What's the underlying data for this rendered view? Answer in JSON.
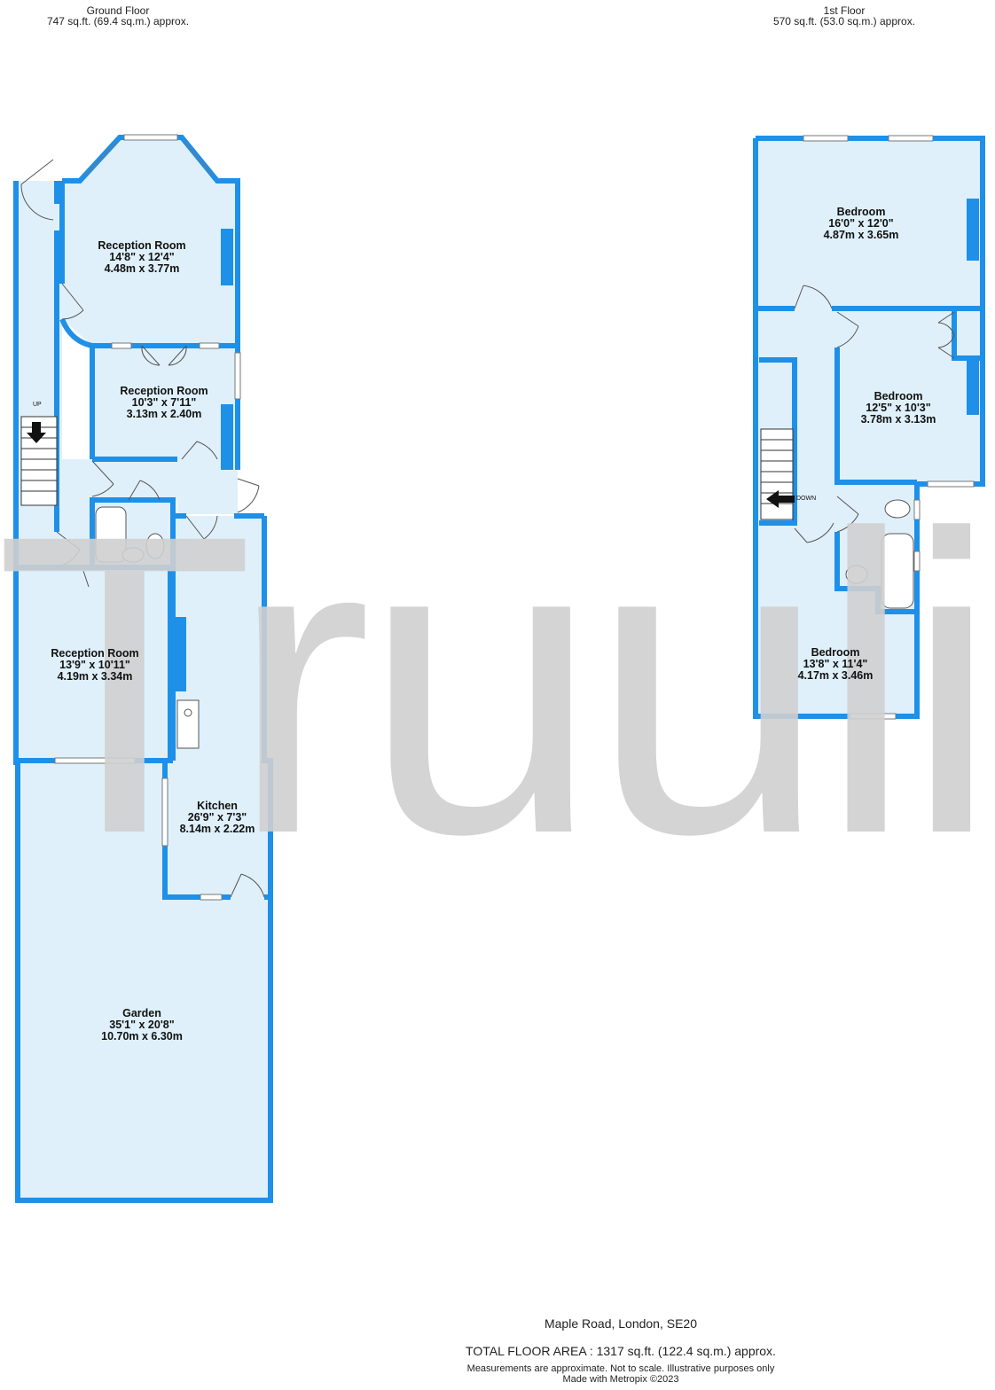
{
  "floors": {
    "ground": {
      "name": "Ground Floor",
      "area": "747 sq.ft. (69.4 sq.m.) approx."
    },
    "first": {
      "name": "1st Floor",
      "area": "570 sq.ft. (53.0 sq.m.) approx."
    }
  },
  "rooms": {
    "reception1": {
      "name": "Reception Room",
      "imperial": "14'8\"  x 12'4\"",
      "metric": "4.48m  x 3.77m"
    },
    "reception2": {
      "name": "Reception Room",
      "imperial": "10'3\"  x 7'11\"",
      "metric": "3.13m  x 2.40m"
    },
    "reception3": {
      "name": "Reception Room",
      "imperial": "13'9\"  x 10'11\"",
      "metric": "4.19m  x 3.34m"
    },
    "kitchen": {
      "name": "Kitchen",
      "imperial": "26'9\"  x 7'3\"",
      "metric": "8.14m  x 2.22m"
    },
    "garden": {
      "name": "Garden",
      "imperial": "35'1\"  x 20'8\"",
      "metric": "10.70m  x 6.30m"
    },
    "bedroom1": {
      "name": "Bedroom",
      "imperial": "16'0\"  x 12'0\"",
      "metric": "4.87m  x 3.65m"
    },
    "bedroom2": {
      "name": "Bedroom",
      "imperial": "12'5\"  x 10'3\"",
      "metric": "3.78m  x 3.13m"
    },
    "bedroom3": {
      "name": "Bedroom",
      "imperial": "13'8\"  x 11'4\"",
      "metric": "4.17m  x 3.46m"
    }
  },
  "labels": {
    "up": "UP",
    "down": "DOWN"
  },
  "watermark": "Truuli",
  "footer": {
    "address": "Maple Road, London, SE20",
    "total": "TOTAL FLOOR AREA : 1317 sq.ft. (122.4 sq.m.) approx.",
    "disclaimer": "Measurements are approximate.  Not to scale.  Illustrative purposes only",
    "credit": "Made with Metropix ©2023"
  },
  "colors": {
    "wall": "#1e90e8",
    "floor": "#dff0fa",
    "watermark": "#cccccc"
  }
}
